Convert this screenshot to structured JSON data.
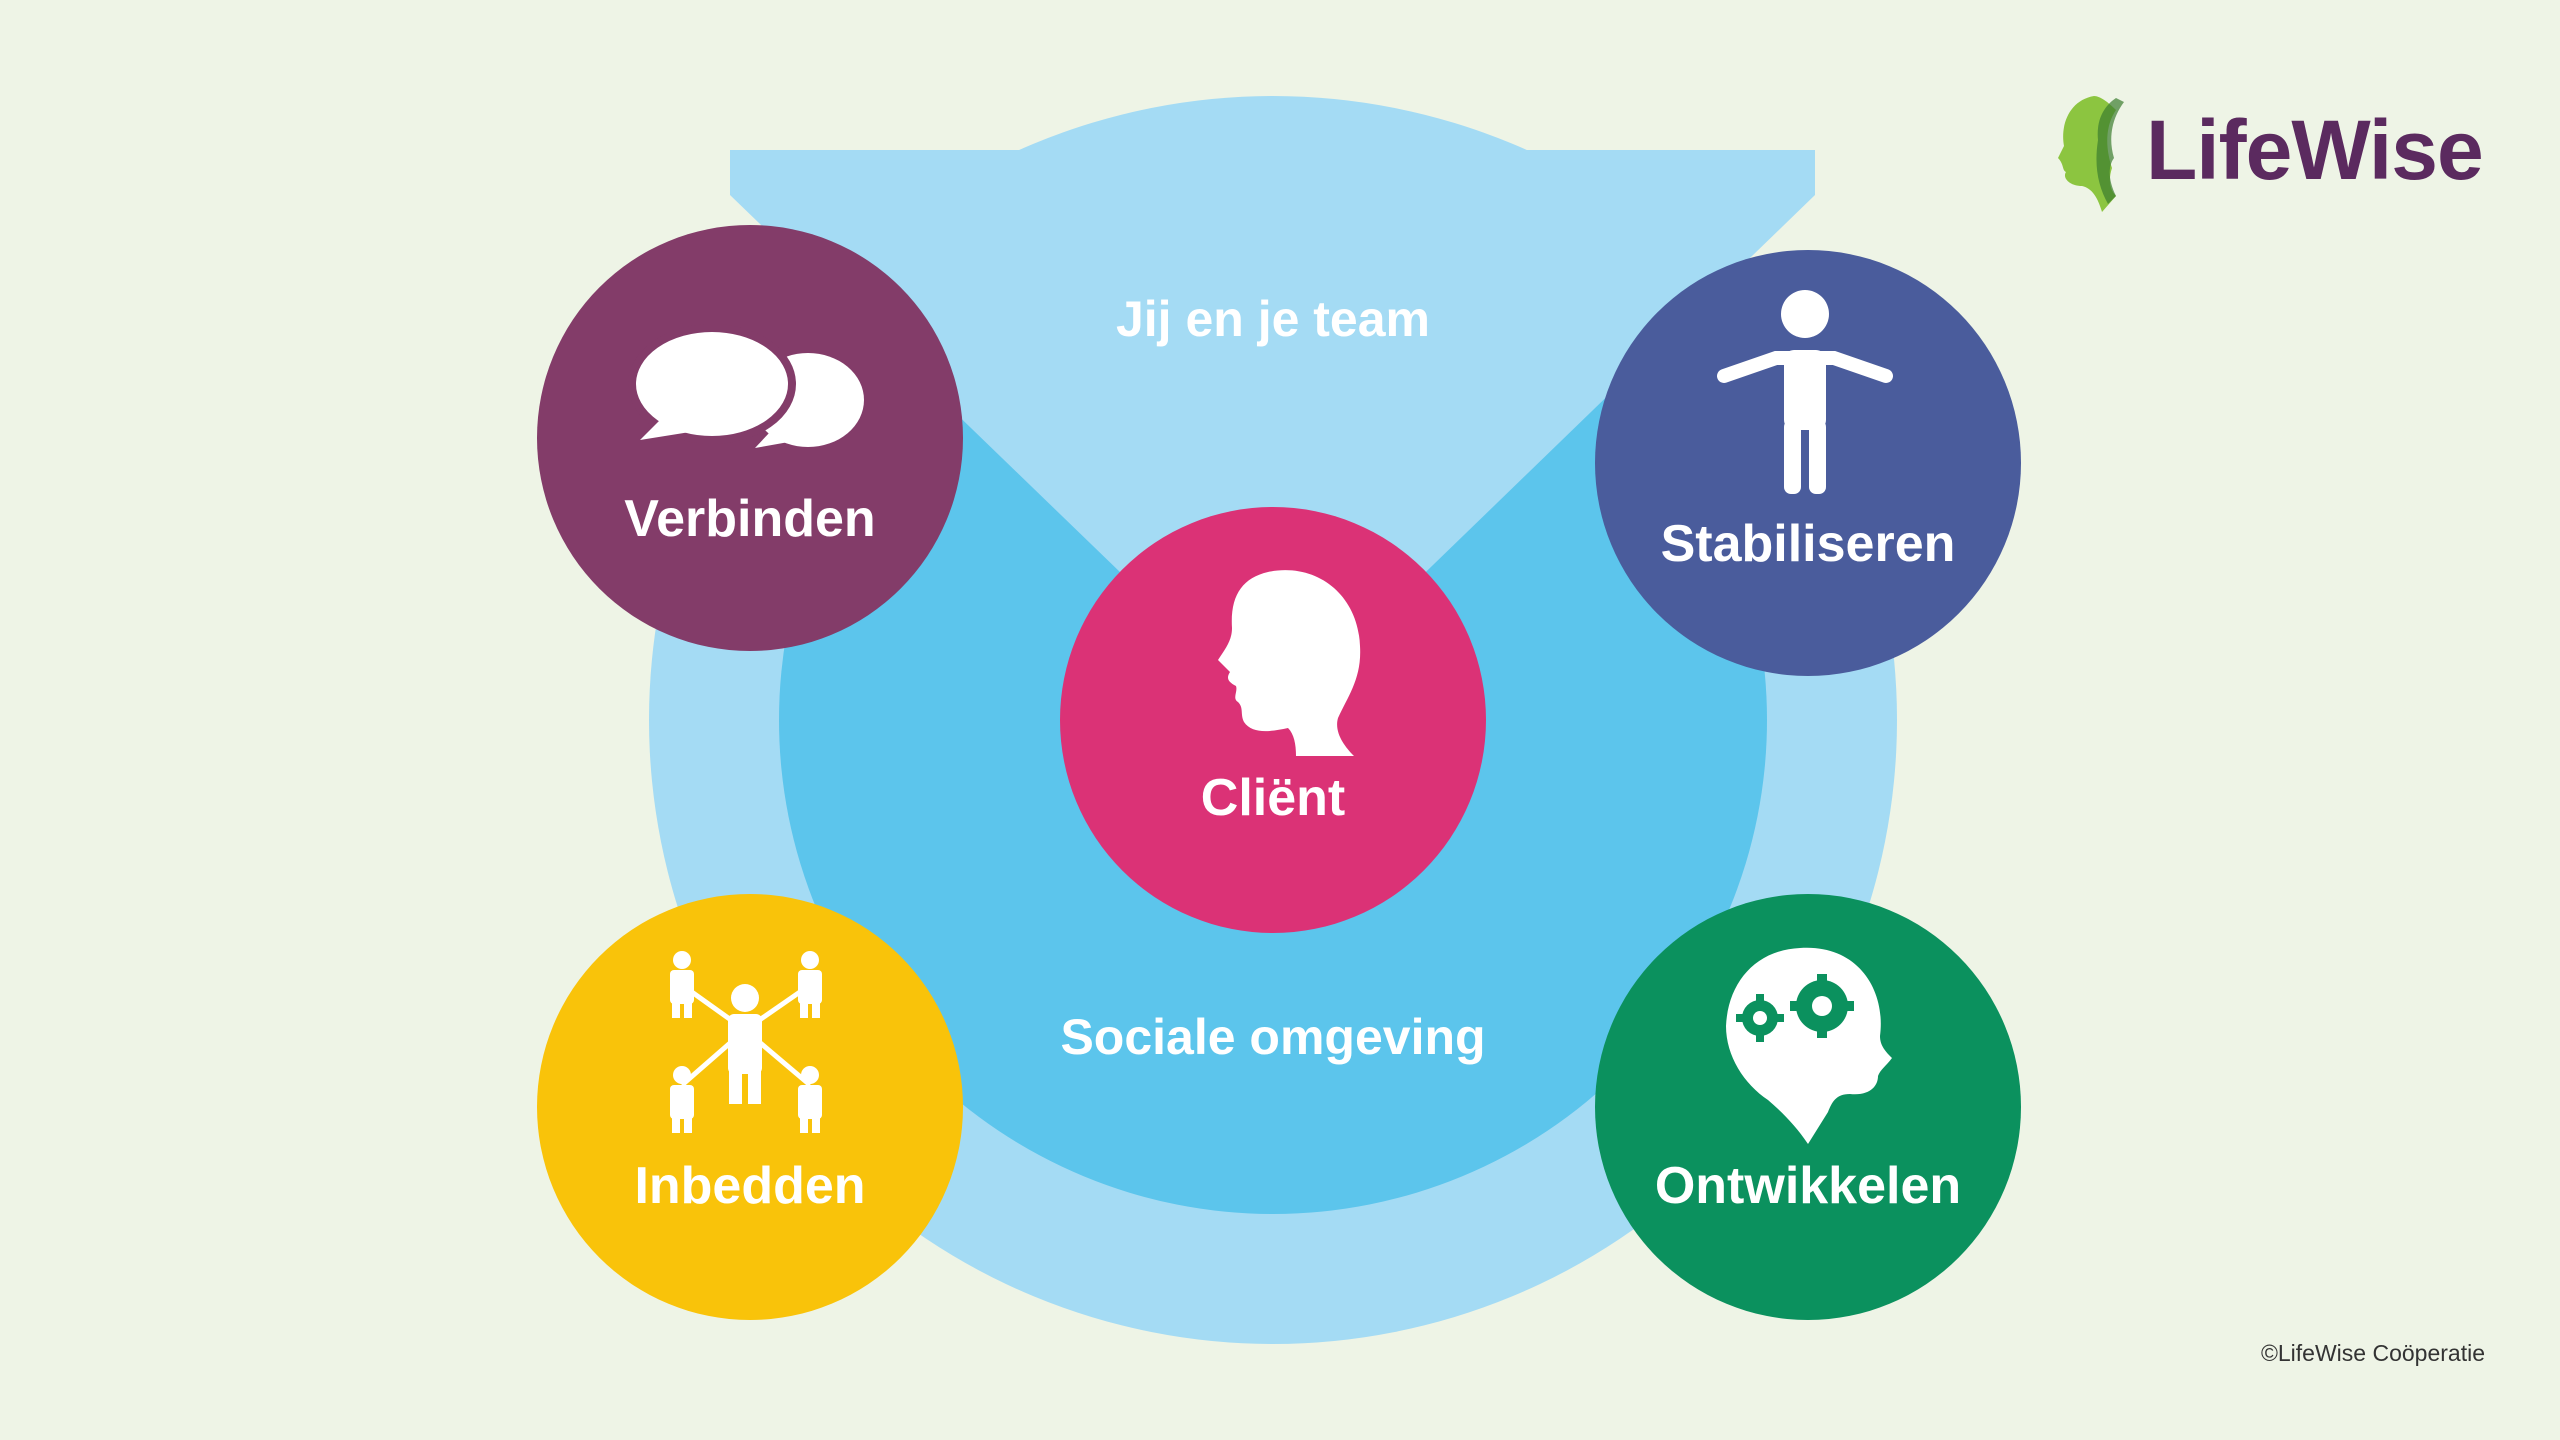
{
  "logo": {
    "name": "LifeWise",
    "icon": "head-profile-leaf-icon"
  },
  "diagram": {
    "outer_ring_label": "Jij en je team",
    "inner_ring_label": "Sociale omgeving",
    "center": {
      "label": "Cliënt",
      "icon": "head-profile-icon",
      "color": "#db3276"
    },
    "nodes": [
      {
        "id": "verbinden",
        "label": "Verbinden",
        "icon": "speech-bubbles-icon",
        "color": "#833c69"
      },
      {
        "id": "stabiliseren",
        "label": "Stabiliseren",
        "icon": "standing-person-icon",
        "color": "#4a5c9c"
      },
      {
        "id": "inbedden",
        "label": "Inbedden",
        "icon": "people-network-icon",
        "color": "#f9c30a"
      },
      {
        "id": "ontwikkelen",
        "label": "Ontwikkelen",
        "icon": "head-gears-icon",
        "color": "#0b915e"
      }
    ],
    "ring_colors": {
      "outer": "#a4dbf4",
      "inner": "#5cc5ec"
    }
  },
  "copyright": "©LifeWise Coöperatie"
}
